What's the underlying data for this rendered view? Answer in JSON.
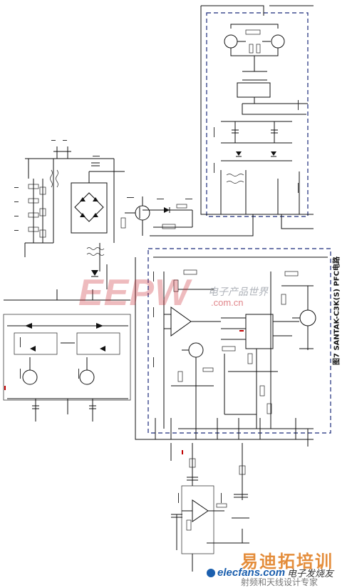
{
  "figure": {
    "caption": "图7 SANTAK-C3K(S) PFC电路"
  },
  "watermarks": {
    "eepw_logo": "EEPW",
    "eepw_cn": "电子产品世界",
    "eepw_url": ".com.cn",
    "elecfans_url": "elecfans.com",
    "elecfans_cn": "电子发烧友",
    "bottom_brand": "易迪拓培训",
    "bottom_slogan": "射频和天线设计专家"
  },
  "colors": {
    "wire": "#111111",
    "block_border": "#1a2a7a",
    "eepw_red": "#c8202a",
    "elecfans_blue": "#1b5fae",
    "brand_orange": "#e07a1a"
  }
}
